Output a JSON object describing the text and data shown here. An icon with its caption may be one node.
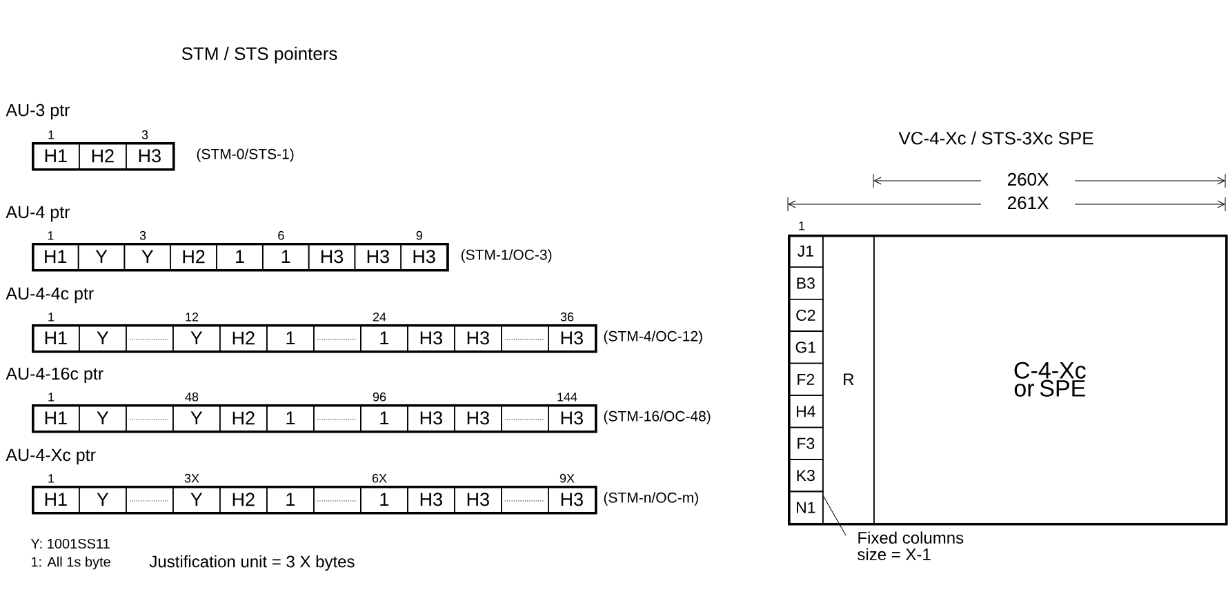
{
  "diagram": {
    "title": "STM / STS pointers",
    "nodes": [
      {
        "text": [
          "AU-3 ptr"
        ],
        "beside": [
          "(STM-0/STS-1)"
        ]
      },
      {
        "text": [
          "H1"
        ],
        "in": 0,
        "beside": [
          "1"
        ]
      },
      {
        "text": [
          "H2"
        ],
        "in": 0
      },
      {
        "text": [
          "H3"
        ],
        "in": 0,
        "beside": [
          "3"
        ]
      },
      {
        "text": [
          "AU-4 ptr"
        ],
        "beside": [
          "(STM-1/OC-3)"
        ]
      },
      {
        "text": [
          "H1"
        ],
        "in": 4,
        "beside": [
          "1"
        ]
      },
      {
        "text": [
          "Y"
        ],
        "in": 4
      },
      {
        "text": [
          "Y"
        ],
        "in": 4,
        "beside": [
          "3"
        ]
      },
      {
        "text": [
          "H2"
        ],
        "in": 4
      },
      {
        "text": [
          "1"
        ],
        "in": 4
      },
      {
        "text": [
          "1"
        ],
        "in": 4,
        "beside": [
          "6"
        ]
      },
      {
        "text": [
          "H3"
        ],
        "in": 4
      },
      {
        "text": [
          "H3"
        ],
        "in": 4
      },
      {
        "text": [
          "H3"
        ],
        "in": 4,
        "beside": [
          "9"
        ]
      },
      {
        "text": [
          "AU-4-4c ptr"
        ],
        "beside": [
          "(STM-4/OC-12)"
        ]
      },
      {
        "text": [
          "H1"
        ],
        "in": 14,
        "beside": [
          "1"
        ]
      },
      {
        "text": [
          "Y"
        ],
        "in": 14
      },
      {
        "text": [],
        "shape": "box",
        "in": 14
      },
      {
        "text": [
          "Y"
        ],
        "in": 14,
        "beside": [
          "12"
        ]
      },
      {
        "text": [
          "H2"
        ],
        "in": 14
      },
      {
        "text": [
          "1"
        ],
        "in": 14
      },
      {
        "text": [],
        "shape": "box",
        "in": 14
      },
      {
        "text": [
          "1"
        ],
        "in": 14,
        "beside": [
          "24"
        ]
      },
      {
        "text": [
          "H3"
        ],
        "in": 14
      },
      {
        "text": [
          "H3"
        ],
        "in": 14
      },
      {
        "text": [],
        "shape": "box",
        "in": 14
      },
      {
        "text": [
          "H3"
        ],
        "in": 14,
        "beside": [
          "36"
        ]
      },
      {
        "text": [
          "AU-4-16c ptr"
        ],
        "beside": [
          "(STM-16/OC-48)"
        ]
      },
      {
        "text": [
          "H1"
        ],
        "in": 27,
        "beside": [
          "1"
        ]
      },
      {
        "text": [
          "Y"
        ],
        "in": 27
      },
      {
        "text": [],
        "shape": "box",
        "in": 27
      },
      {
        "text": [
          "Y"
        ],
        "in": 27,
        "beside": [
          "48"
        ]
      },
      {
        "text": [
          "H2"
        ],
        "in": 27
      },
      {
        "text": [
          "1"
        ],
        "in": 27
      },
      {
        "text": [],
        "shape": "box",
        "in": 27
      },
      {
        "text": [
          "1"
        ],
        "in": 27,
        "beside": [
          "96"
        ]
      },
      {
        "text": [
          "H3"
        ],
        "in": 27
      },
      {
        "text": [
          "H3"
        ],
        "in": 27
      },
      {
        "text": [],
        "shape": "box",
        "in": 27
      },
      {
        "text": [
          "H3"
        ],
        "in": 27,
        "beside": [
          "144"
        ]
      },
      {
        "text": [
          "AU-4-Xc ptr"
        ],
        "beside": [
          "(STM-n/OC-m)"
        ]
      },
      {
        "text": [
          "H1"
        ],
        "in": 40,
        "beside": [
          "1"
        ]
      },
      {
        "text": [
          "Y"
        ],
        "in": 40
      },
      {
        "text": [],
        "shape": "box",
        "in": 40
      },
      {
        "text": [
          "Y"
        ],
        "in": 40,
        "beside": [
          "3X"
        ]
      },
      {
        "text": [
          "H2"
        ],
        "in": 40
      },
      {
        "text": [
          "1"
        ],
        "in": 40
      },
      {
        "text": [],
        "shape": "box",
        "in": 40
      },
      {
        "text": [
          "1"
        ],
        "in": 40,
        "beside": [
          "6X"
        ]
      },
      {
        "text": [
          "H3"
        ],
        "in": 40
      },
      {
        "text": [
          "H3"
        ],
        "in": 40
      },
      {
        "text": [],
        "shape": "box",
        "in": 40
      },
      {
        "text": [
          "H3"
        ],
        "in": 40,
        "beside": [
          "9X"
        ]
      },
      {
        "text": [],
        "shape": "box"
      },
      {
        "text": [
          "J1"
        ],
        "in": 53,
        "beside": [
          "1"
        ]
      },
      {
        "text": [
          "B3"
        ],
        "in": 53
      },
      {
        "text": [
          "C2"
        ],
        "in": 53
      },
      {
        "text": [
          "G1"
        ],
        "in": 53
      },
      {
        "text": [
          "F2"
        ],
        "in": 53
      },
      {
        "text": [
          "H4"
        ],
        "in": 53
      },
      {
        "text": [
          "F3"
        ],
        "in": 53
      },
      {
        "text": [
          "K3"
        ],
        "in": 53
      },
      {
        "text": [
          "N1"
        ],
        "in": 53
      },
      {
        "text": [
          "R"
        ],
        "in": 53
      },
      {
        "text": [
          "C-4-Xc or SPE"
        ],
        "in": 53
      },
      {
        "text": [
          "Fixed columns size = X-1"
        ]
      }
    ],
    "edges": [
      {
        "from": 65,
        "to": 63,
        "arrow": "none"
      }
    ],
    "labels": [
      "VC-4-Xc / STS-3Xc SPE",
      "260X",
      "261X",
      "Y: 1001SS11",
      "1: All 1s byte",
      "Justification unit = 3 X bytes"
    ]
  }
}
